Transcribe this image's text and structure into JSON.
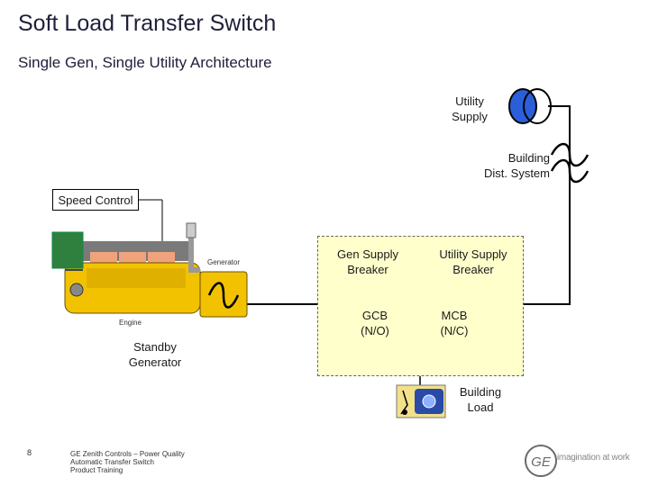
{
  "header": {
    "title": "Soft Load Transfer Switch",
    "subtitle": "Single Gen, Single Utility Architecture"
  },
  "diagram": {
    "utility_supply_label": "Utility\nSupply",
    "building_dist_label": "Building\nDist. System",
    "speed_control_label": "Speed Control",
    "generator_small_label": "Generator",
    "engine_small_label": "Engine",
    "standby_generator_label": "Standby\nGenerator",
    "gen_supply_breaker_label": "Gen Supply\nBreaker",
    "utility_supply_breaker_label": "Utility Supply\nBreaker",
    "gcb_label": "GCB\n(N/O)",
    "mcb_label": "MCB\n(N/C)",
    "building_load_label": "Building\nLoad",
    "colors": {
      "utility_blue": "#2b5fd9",
      "switchgear_fill": "#ffffcc",
      "generator_yellow": "#f2c200",
      "breaker_magenta": "#b0306a",
      "line_gray": "#888888"
    }
  },
  "footer": {
    "page_number": "8",
    "note": "GE Zenith Controls – Power Quality\nAutomatic Transfer Switch\nProduct Training",
    "brand_text": "imagination at work"
  }
}
